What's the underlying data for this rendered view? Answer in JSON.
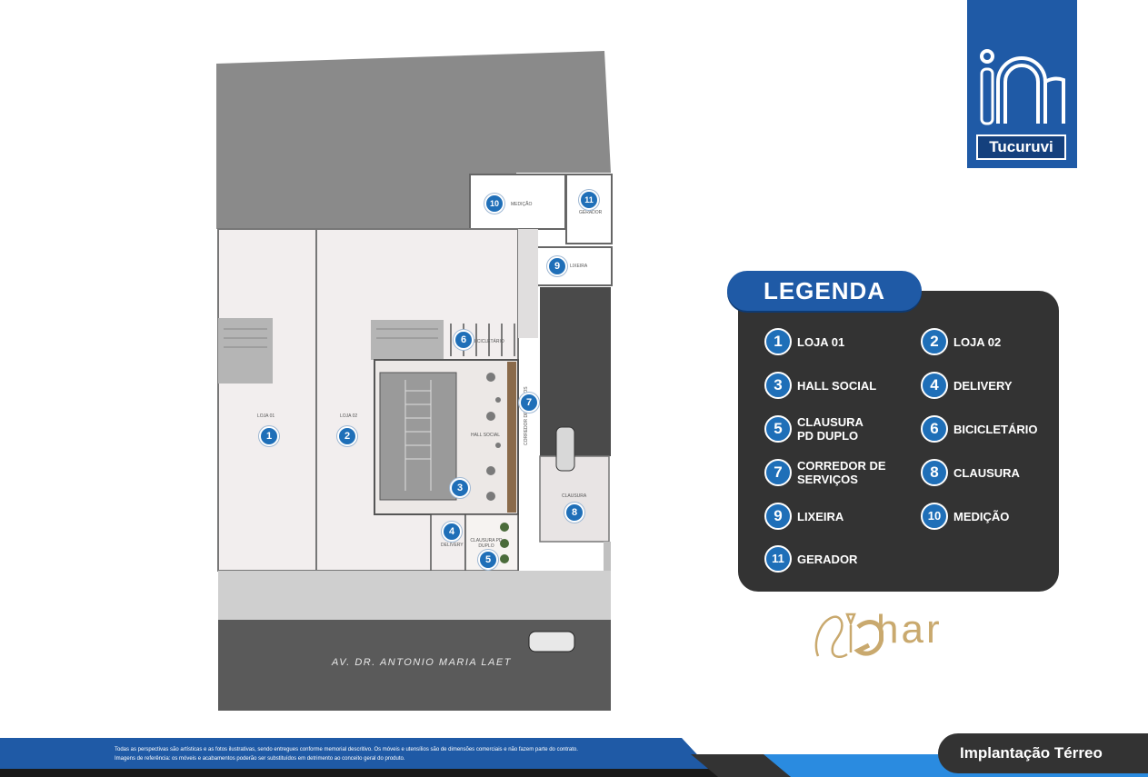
{
  "brand": {
    "logo_text": "in",
    "logo_subtitle": "Tucuruvi",
    "partner_logo": "Ghar",
    "colors": {
      "brand_blue": "#1f5aa6",
      "legend_bg": "#333333",
      "pin_blue": "#1f6fb8",
      "gold": "#c9a96e"
    }
  },
  "plan": {
    "street_name": "AV. DR. ANTONIO MARIA LAET",
    "room_labels": {
      "loja01": "LOJA 01",
      "loja02": "LOJA 02",
      "hall": "HALL SOCIAL",
      "bici": "BICICLETÁRIO",
      "corredor": "CORREDOR DE SERVIÇOS",
      "delivery": "DELIVERY",
      "clausura_pd": "CLAUSURA PD DUPLO",
      "clausura": "CLAUSURA",
      "lixeira": "LIXEIRA",
      "medicao": "MEDIÇÃO",
      "gerador": "GERADOR"
    },
    "pins": [
      "1",
      "2",
      "3",
      "4",
      "5",
      "6",
      "7",
      "8",
      "9",
      "10",
      "11"
    ]
  },
  "legend": {
    "title": "LEGENDA",
    "items": [
      {
        "num": "1",
        "label": "LOJA 01"
      },
      {
        "num": "2",
        "label": "LOJA 02"
      },
      {
        "num": "3",
        "label": "HALL SOCIAL"
      },
      {
        "num": "4",
        "label": "DELIVERY"
      },
      {
        "num": "5",
        "label": "CLAUSURA PD DUPLO"
      },
      {
        "num": "6",
        "label": "BICICLETÁRIO"
      },
      {
        "num": "7",
        "label": "CORREDOR DE SERVIÇOS"
      },
      {
        "num": "8",
        "label": "CLAUSURA"
      },
      {
        "num": "9",
        "label": "LIXEIRA"
      },
      {
        "num": "10",
        "label": "MEDIÇÃO"
      },
      {
        "num": "11",
        "label": "GERADOR"
      }
    ]
  },
  "footer": {
    "disclaimer_line1": "Todas as perspectivas são artísticas e as fotos ilustrativas, sendo entregues conforme memorial descritivo. Os móveis e utensílios são de dimensões comerciais e não fazem parte do contrato.",
    "disclaimer_line2": "Imagens de referência: os móveis e acabamentos poderão ser substituídos em detrimento ao conceito geral do produto.",
    "title": "Implantação Térreo"
  }
}
